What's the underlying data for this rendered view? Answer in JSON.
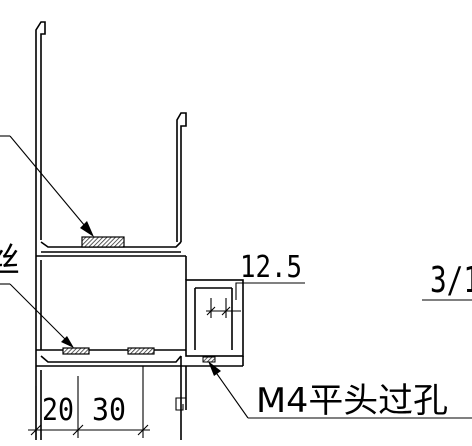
{
  "annotations": {
    "dim_12_5": "12.5",
    "scale_fragment": "3/1",
    "hole_label": "M4平头过孔",
    "left_char": "丝",
    "dim_20": "20",
    "dim_30": "30"
  },
  "colors": {
    "line": "#000000",
    "background": "#ffffff",
    "hatch": "#555555"
  }
}
